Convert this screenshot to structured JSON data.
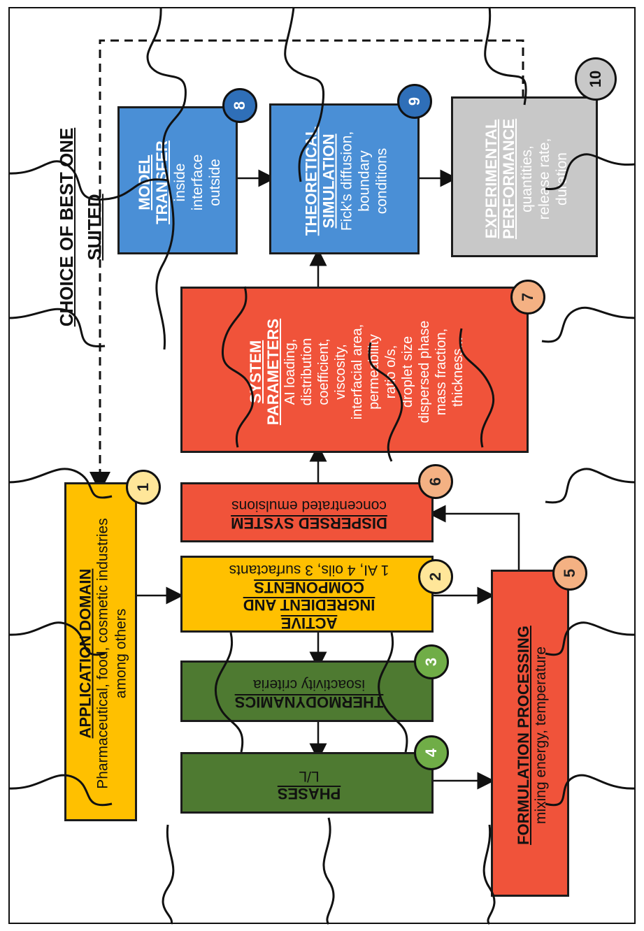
{
  "title": "CHOICE OF BEST ONE SUITED",
  "colors": {
    "yellow": "#FFC000",
    "orange_red": "#F0533A",
    "green": "#4E7A31",
    "blue": "#4A8FD6",
    "grey": "#C8C8C8"
  },
  "boxes": {
    "application_domain": {
      "number": "1",
      "title": "APPLICATION DOMAIN",
      "text": "Pharmaceutical, food, cosmetic industries among others"
    },
    "active_ingredient": {
      "number": "2",
      "title": "ACTIVE INGREDIENT AND COMPONENTS",
      "text": "1 AI, 4 oils, 3 surfactants"
    },
    "thermodynamics": {
      "number": "3",
      "title": "THERMODYNAMICS",
      "text": "isoactivity criteria"
    },
    "phases": {
      "number": "4",
      "title": "PHASES",
      "text": "L/L"
    },
    "formulation_processing": {
      "number": "5",
      "title": "FORMULATION PROCESSING",
      "text": "mixing energy, temperature"
    },
    "dispersed_system": {
      "number": "6",
      "title": "DISPERSED SYSTEM",
      "text": "concentrated emulsions"
    },
    "system_parameters": {
      "number": "7",
      "title": "SYSTEM PARAMETERS",
      "lines": [
        "AI loading,",
        "distribution",
        "coefficient,",
        "viscosity,",
        "interfacial area,",
        "permeability",
        "ratio o/s,",
        "droplet size",
        "dispersed phase",
        "mass fraction,",
        "thickness..."
      ]
    },
    "model_transfer": {
      "number": "8",
      "title": "MODEL TRANSFER",
      "lines": [
        "inside",
        "interface",
        "outside"
      ]
    },
    "theoretical_simulation": {
      "number": "9",
      "title": "THEORETICAL SIMULATION",
      "lines": [
        "Fick's diffusion,",
        "boundary",
        "conditions"
      ]
    },
    "experimental_performance": {
      "number": "10",
      "title": "EXPERIMENTAL PERFORMANCE",
      "lines": [
        "quantities,",
        "release rate,",
        "duration"
      ]
    }
  }
}
